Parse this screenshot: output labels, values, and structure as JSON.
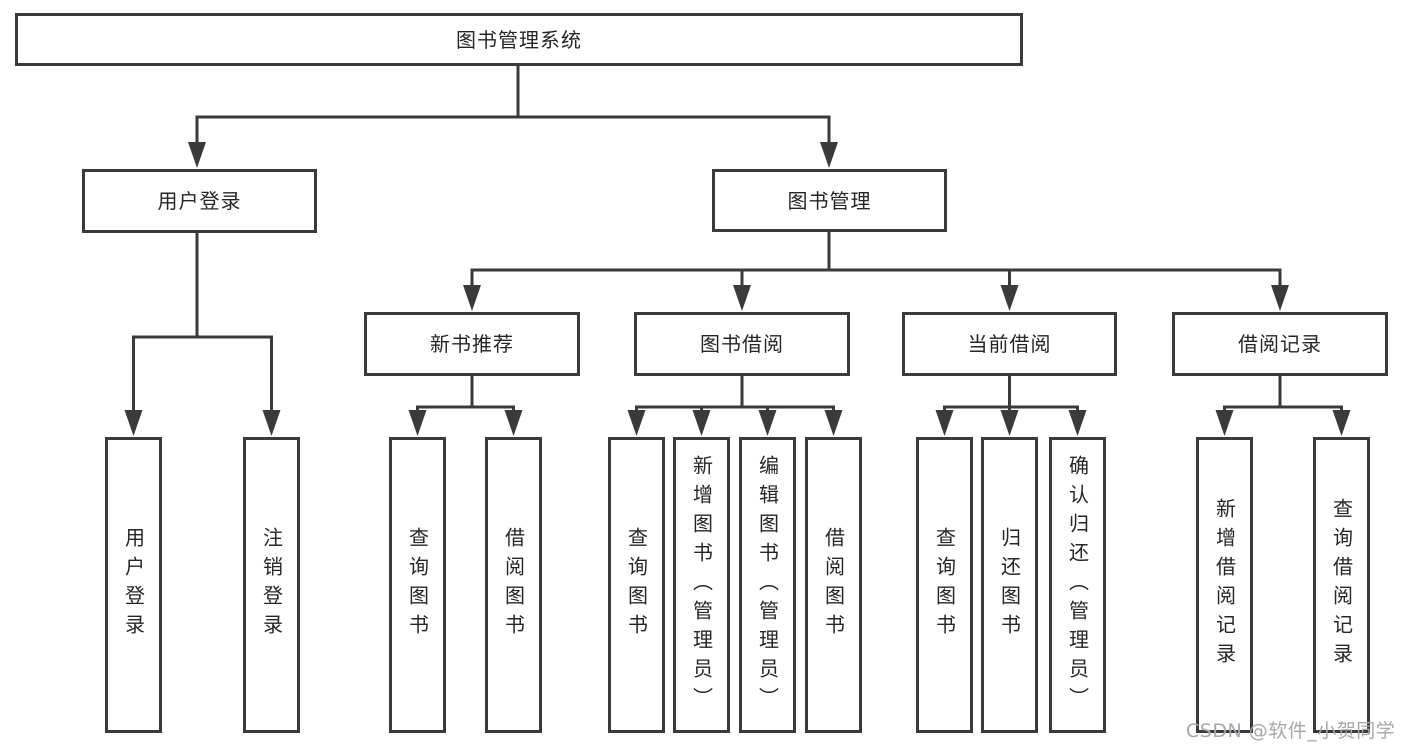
{
  "diagram": {
    "root": {
      "label": "图书管理系统"
    },
    "level2": [
      {
        "label": "用户登录"
      },
      {
        "label": "图书管理"
      }
    ],
    "level3": [
      {
        "label": "新书推荐"
      },
      {
        "label": "图书借阅"
      },
      {
        "label": "当前借阅"
      },
      {
        "label": "借阅记录"
      }
    ],
    "leaves": [
      {
        "label": "用户登录"
      },
      {
        "label": "注销登录"
      },
      {
        "label": "查询图书"
      },
      {
        "label": "借阅图书"
      },
      {
        "label": "查询图书"
      },
      {
        "label": "新增图书（管理员）"
      },
      {
        "label": "编辑图书（管理员）"
      },
      {
        "label": "借阅图书"
      },
      {
        "label": "查询图书"
      },
      {
        "label": "归还图书"
      },
      {
        "label": "确认归还（管理员）"
      },
      {
        "label": "新增借阅记录"
      },
      {
        "label": "查询借阅记录"
      }
    ]
  },
  "watermark": {
    "label": "CSDN @软件_小贺同学"
  },
  "colors": {
    "line": "#3a3a3a",
    "box_border": "#3a3a3a",
    "text": "#262626",
    "watermark": "#a7a7ac",
    "background": "#ffffff"
  }
}
